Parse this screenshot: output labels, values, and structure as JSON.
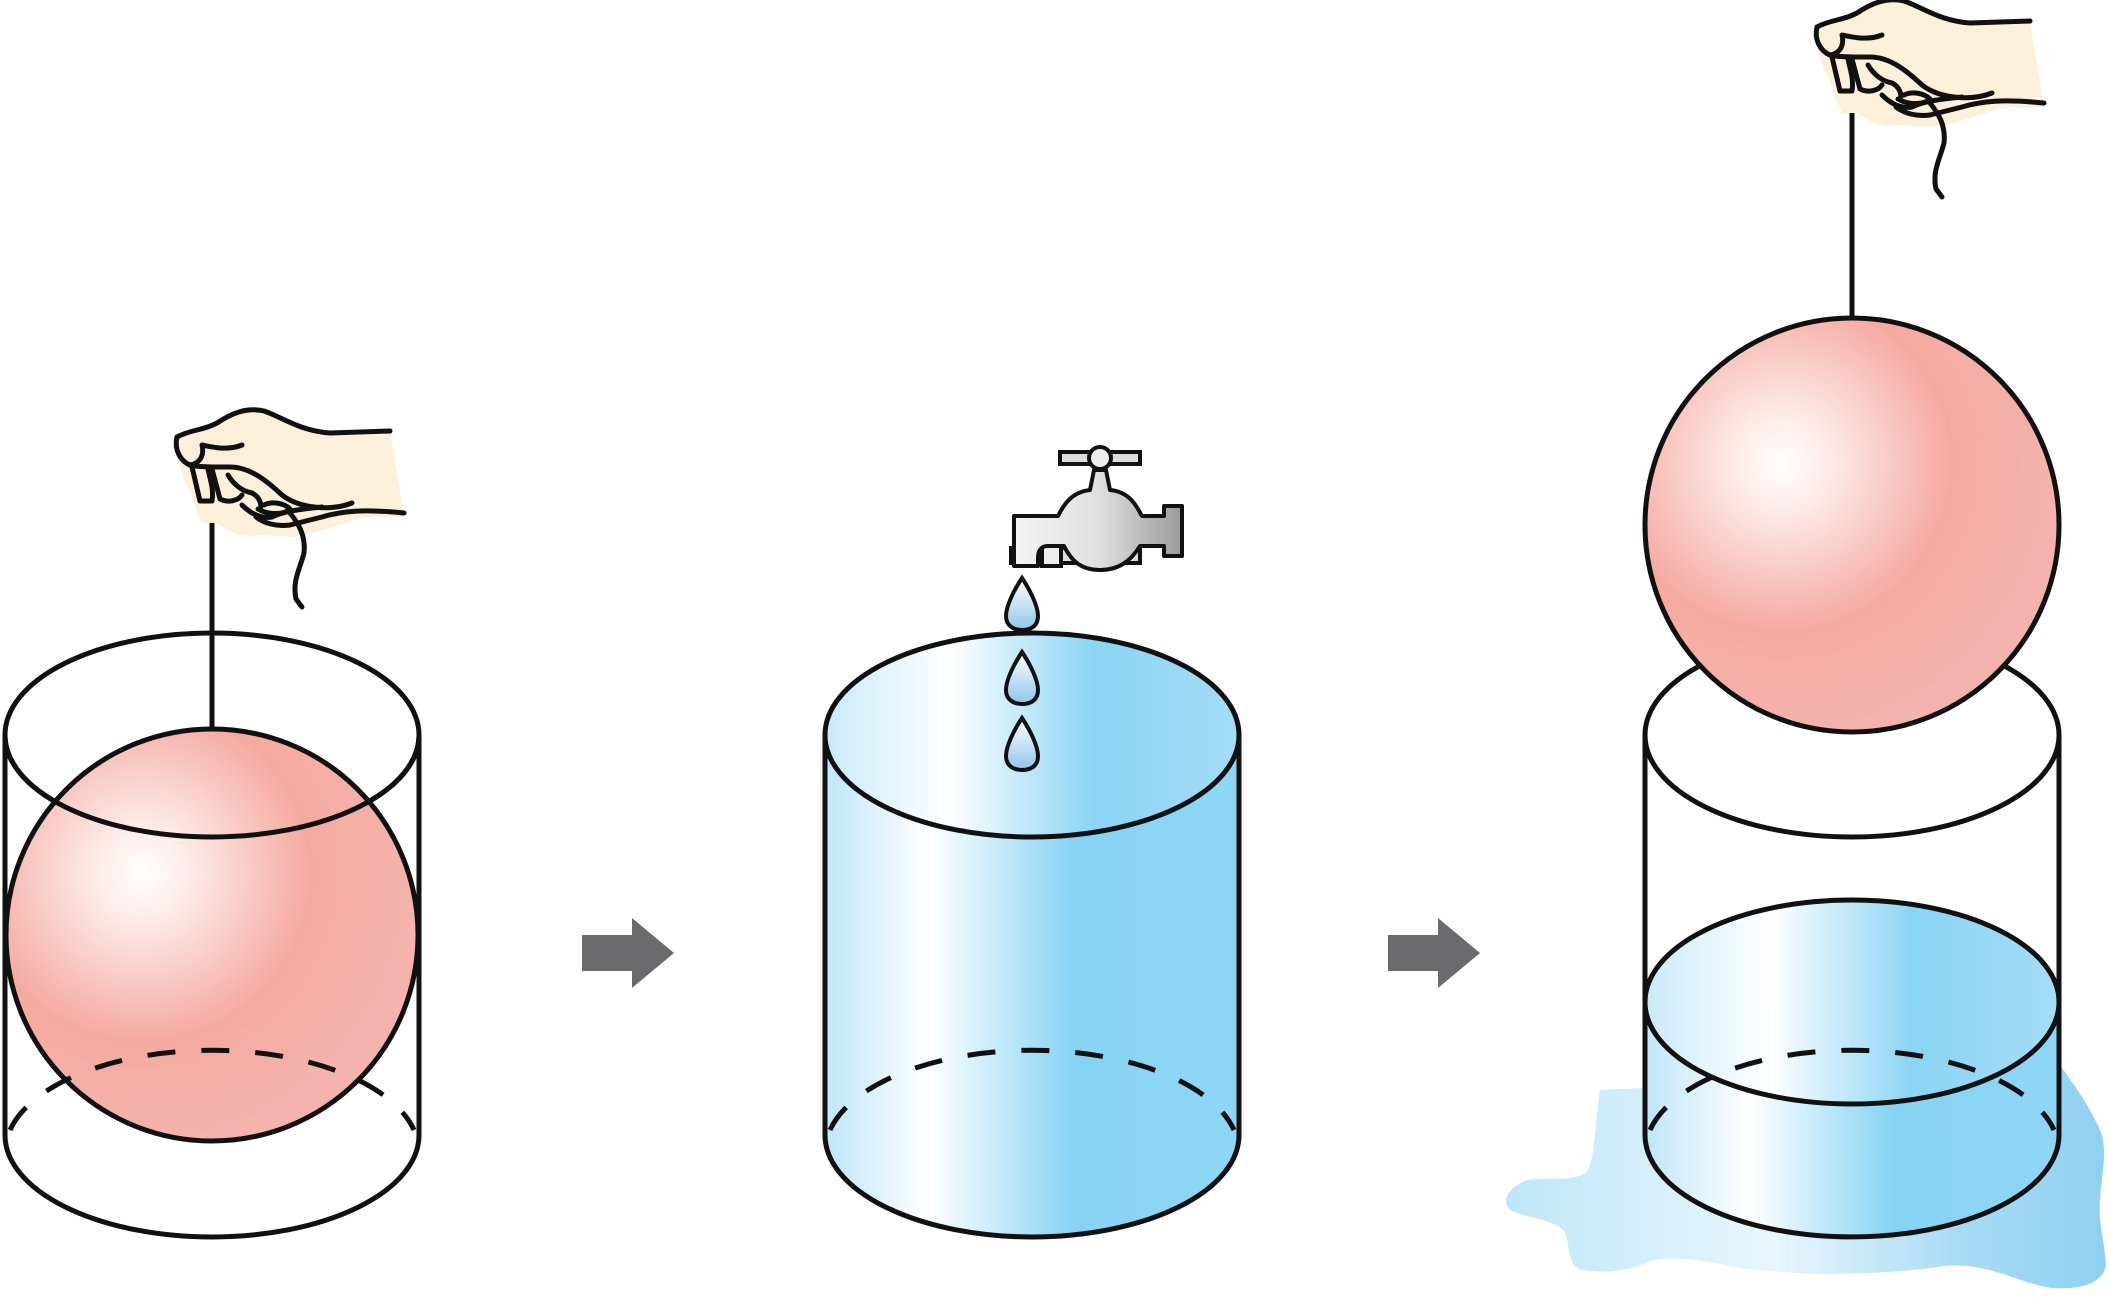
{
  "diagram": {
    "panels": [
      {
        "name": "sphere-inside-cylinder"
      },
      {
        "name": "cylinder-filled-with-water"
      },
      {
        "name": "sphere-removed-water-remaining"
      }
    ],
    "arrows": 2,
    "icons": [
      "hand-icon",
      "faucet-icon",
      "water-drop-icon",
      "water-spill"
    ],
    "colors": {
      "sphere": "#f4a9a0",
      "sphere_highlight": "#ffffff",
      "water": "#7fcff2",
      "water_light": "#e6f6fd",
      "arrow": "#6b6b6d",
      "skin": "#fdf0da",
      "outline": "#111111"
    }
  }
}
